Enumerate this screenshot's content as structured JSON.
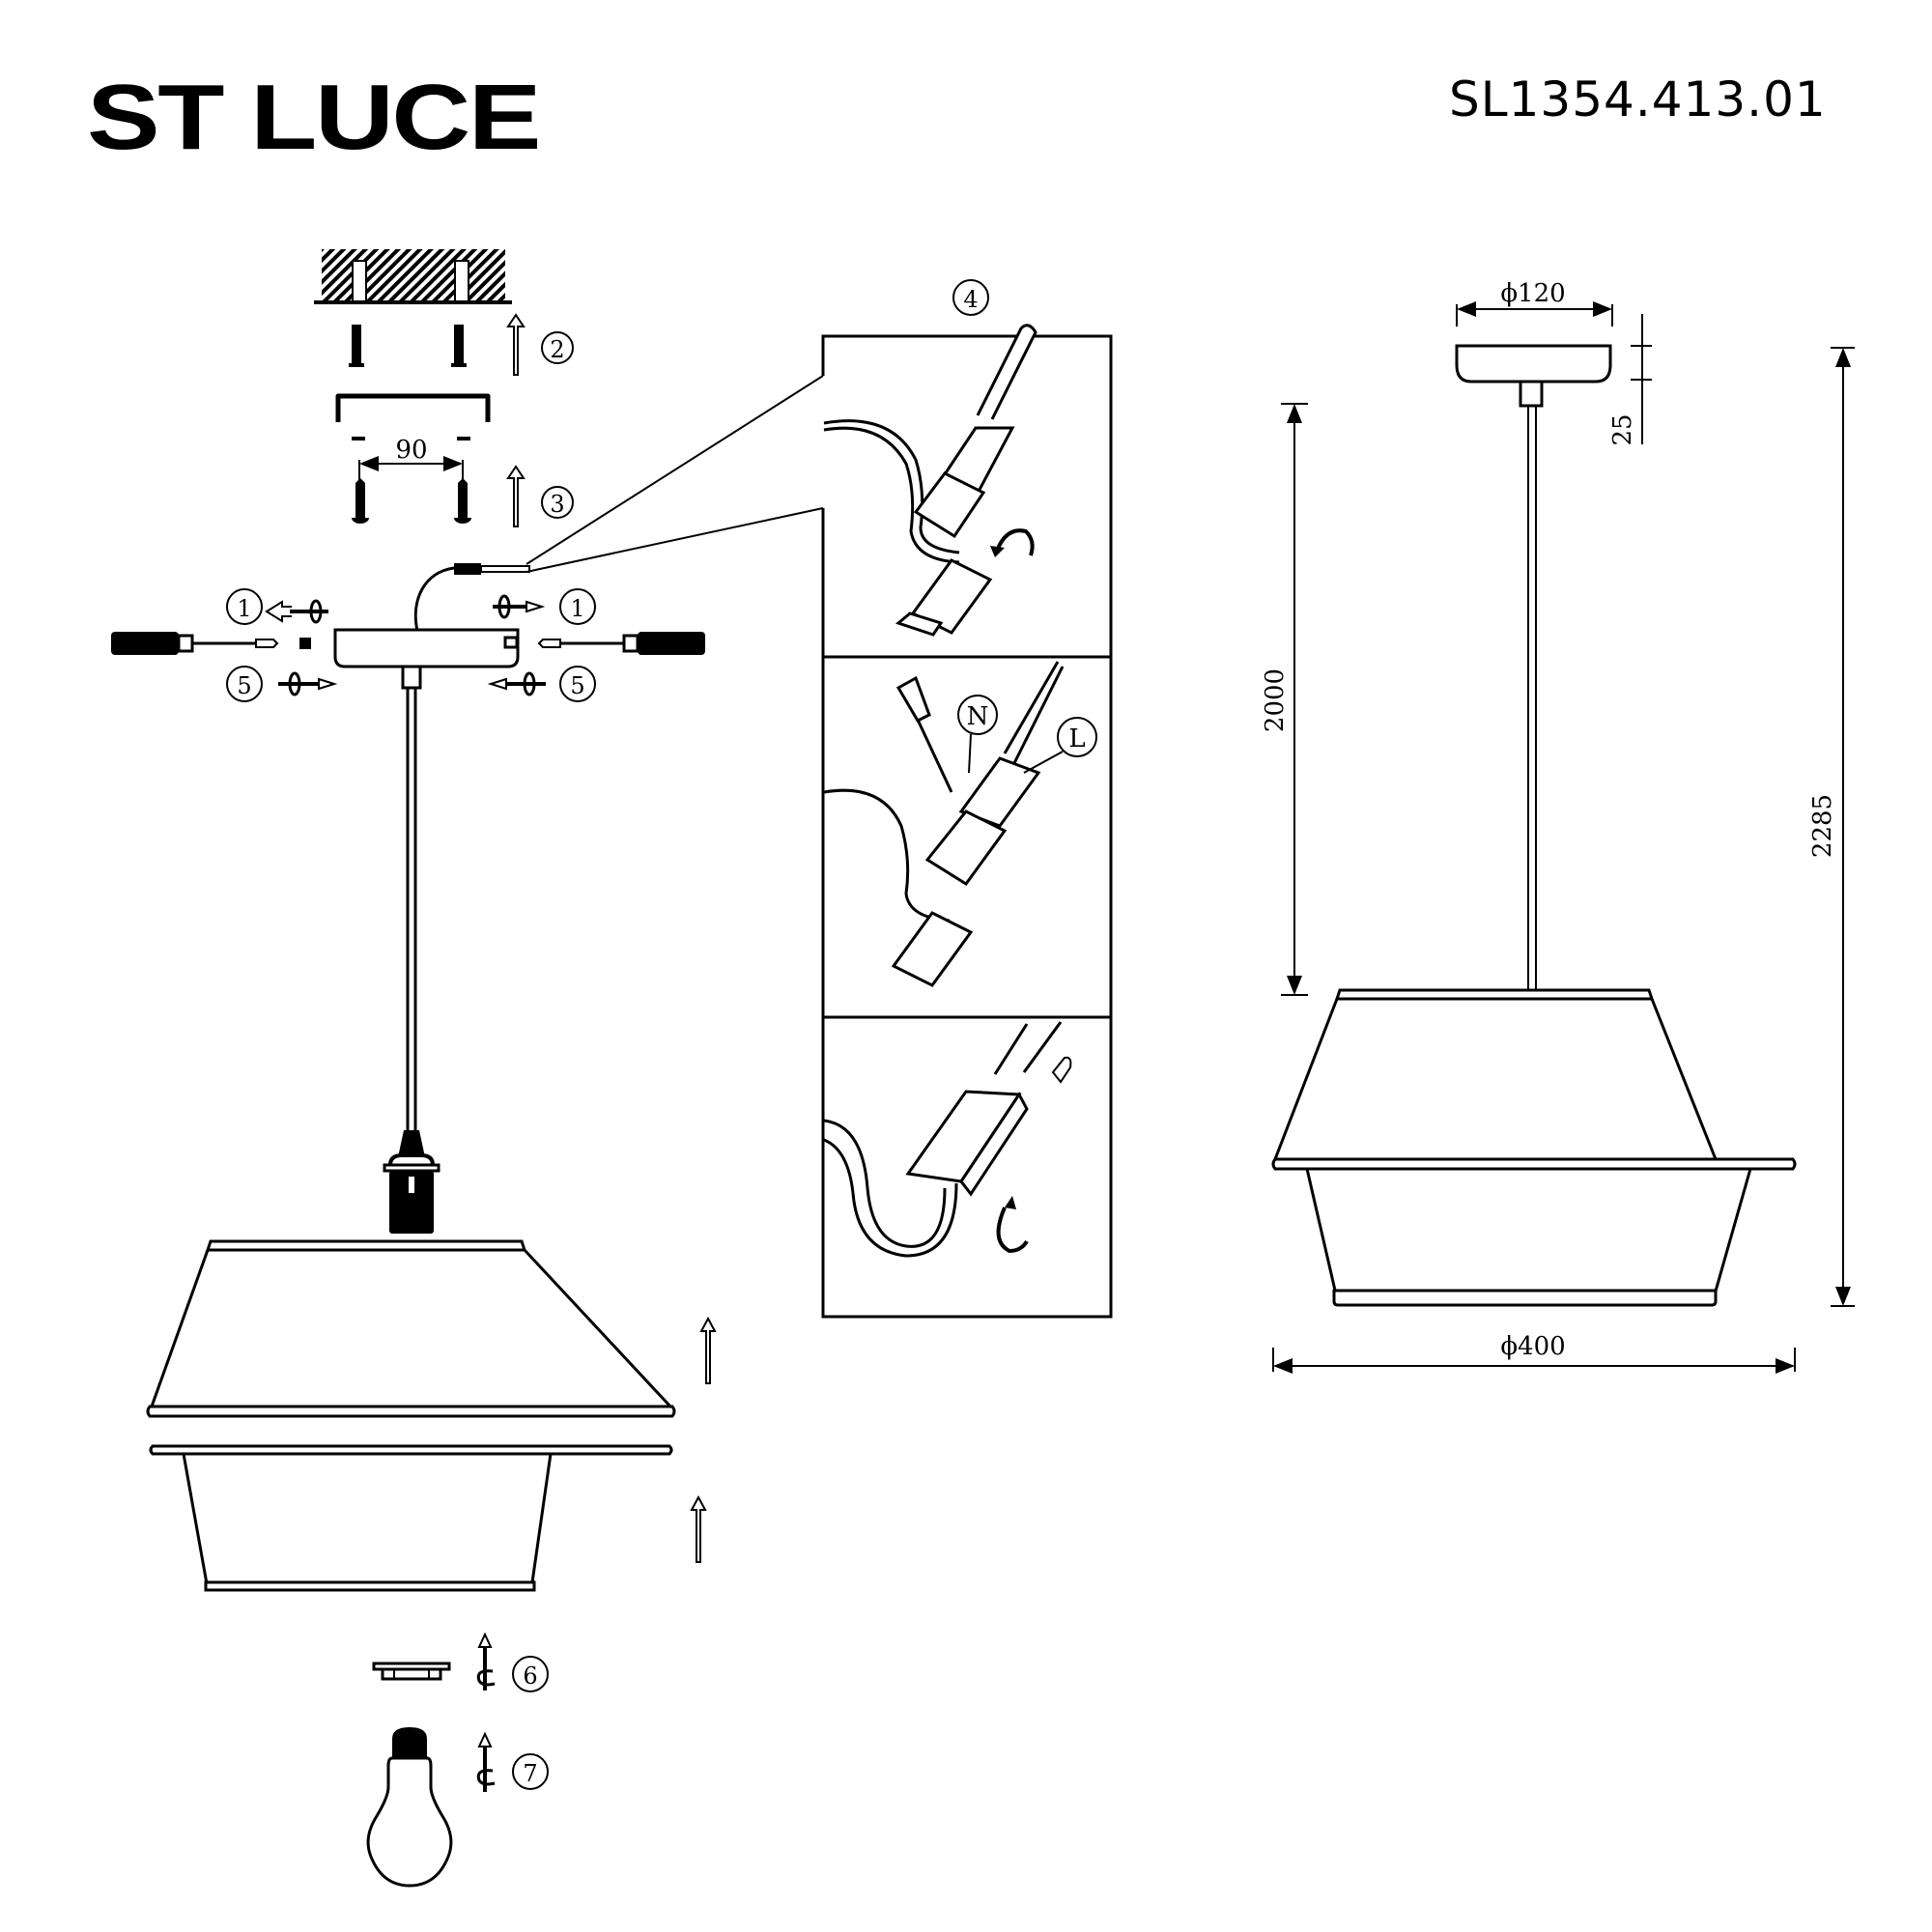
{
  "header": {
    "brand": "ST LUCE",
    "model": "SL1354.413.01"
  },
  "assembly": {
    "mounting_spacing": "90",
    "steps": [
      {
        "id": 1,
        "label": "1",
        "action": "unscrew canopy screws"
      },
      {
        "id": 2,
        "label": "2",
        "action": "insert wall plugs"
      },
      {
        "id": 3,
        "label": "3",
        "action": "fix mounting bracket with screws"
      },
      {
        "id": 4,
        "label": "4",
        "action": "connect wiring terminal"
      },
      {
        "id": 5,
        "label": "5",
        "action": "tighten canopy screws"
      },
      {
        "id": 6,
        "label": "6",
        "action": "screw shade ring"
      },
      {
        "id": 7,
        "label": "7",
        "action": "install bulb"
      }
    ],
    "wiring_labels": {
      "neutral": "N",
      "live": "L"
    }
  },
  "dimensions": {
    "canopy_diameter": "ϕ120",
    "canopy_height": "25",
    "cord_length": "2000",
    "total_height": "2285",
    "shade_diameter": "ϕ400"
  }
}
